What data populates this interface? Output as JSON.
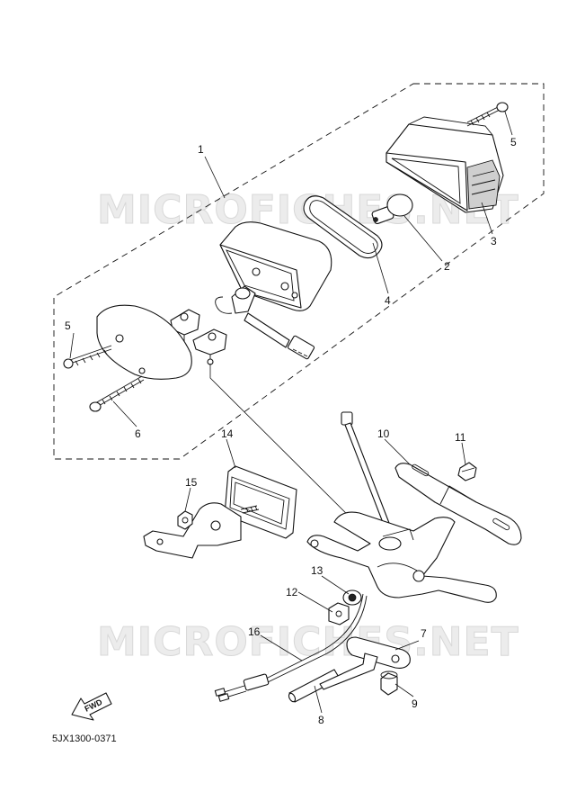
{
  "watermarks": [
    "MICROFICHES.NET",
    "MICROFICHES.NET"
  ],
  "part_code": "5JX1300-0371",
  "fwd_label": "FWD",
  "callouts": {
    "c1": "1",
    "c2": "2",
    "c3": "3",
    "c4": "4",
    "c5a": "5",
    "c5b": "5",
    "c6": "6",
    "c7": "7",
    "c8": "8",
    "c9": "9",
    "c10": "10",
    "c11": "11",
    "c12": "12",
    "c13": "13",
    "c14": "14",
    "c15": "15",
    "c16": "16"
  }
}
